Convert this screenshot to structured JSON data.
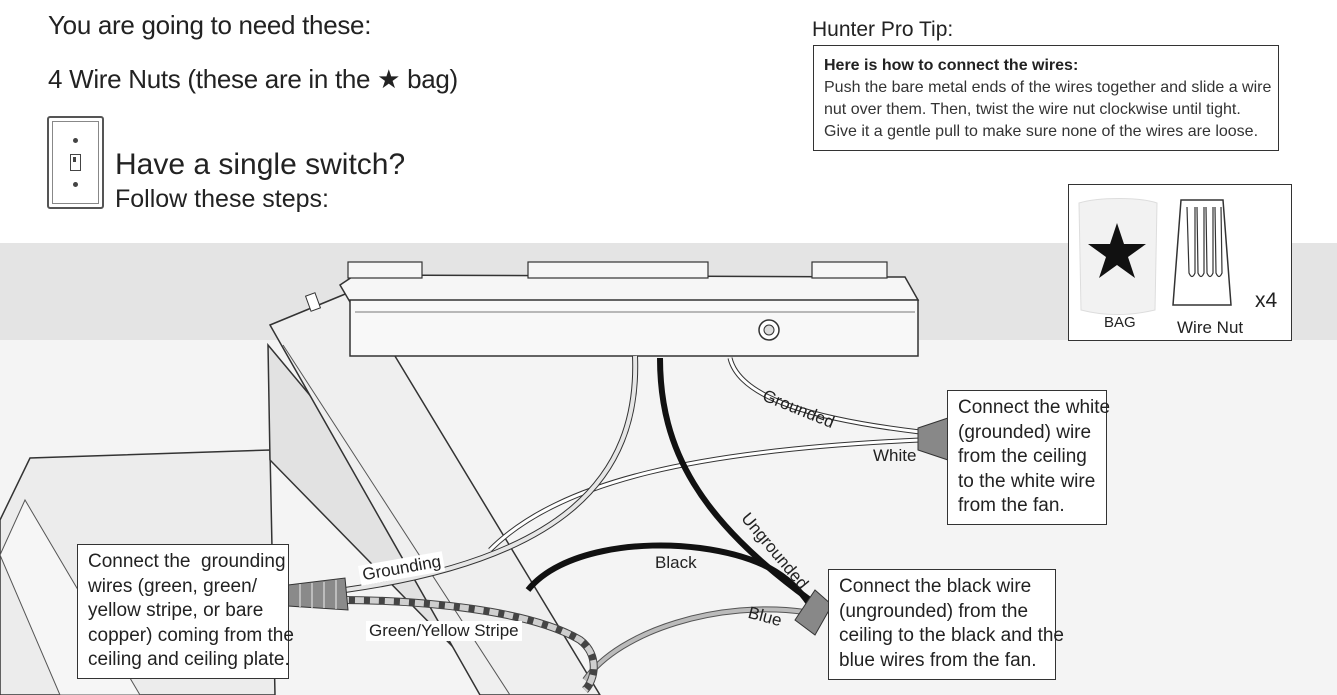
{
  "intro": {
    "need_title": "You are going to need these:",
    "nuts_before": "4 Wire Nuts (these are in the ",
    "nuts_star": "★",
    "nuts_after": " bag)"
  },
  "switch_section": {
    "question": "Have a single switch?",
    "follow": "Follow these steps:"
  },
  "pro_tip": {
    "title": "Hunter Pro Tip:",
    "heading": "Here is how to connect the wires:",
    "lines": [
      "Push the bare metal ends of the wires together and slide a wire",
      "nut over them. Then, twist the wire nut clockwise until tight.",
      "Give it a gentle pull to make sure none of the wires are loose."
    ]
  },
  "parts": {
    "bag_label": "BAG",
    "nut_label": "Wire Nut",
    "quantity": "x4"
  },
  "wire_labels": {
    "grounded": "Grounded",
    "white": "White",
    "ungrounded": "Ungrounded",
    "black": "Black",
    "blue": "Blue",
    "grounding": "Grounding",
    "green_yellow": "Green/Yellow Stripe"
  },
  "callouts": {
    "white": [
      "Connect the white",
      "(grounded) wire",
      "from the ceiling",
      "to the white wire",
      "from the fan."
    ],
    "grounding": [
      "Connect the  grounding",
      "wires (green, green/",
      "yellow stripe, or bare",
      "copper) coming from the",
      "ceiling and ceiling plate."
    ],
    "black": [
      "Connect the black wire",
      "(ungrounded) from the",
      "ceiling to the black and the",
      "blue wires from the fan."
    ]
  },
  "colors": {
    "ceiling_band": "#e4e4e4",
    "floor": "#f4f4f4",
    "outline": "#333333"
  }
}
